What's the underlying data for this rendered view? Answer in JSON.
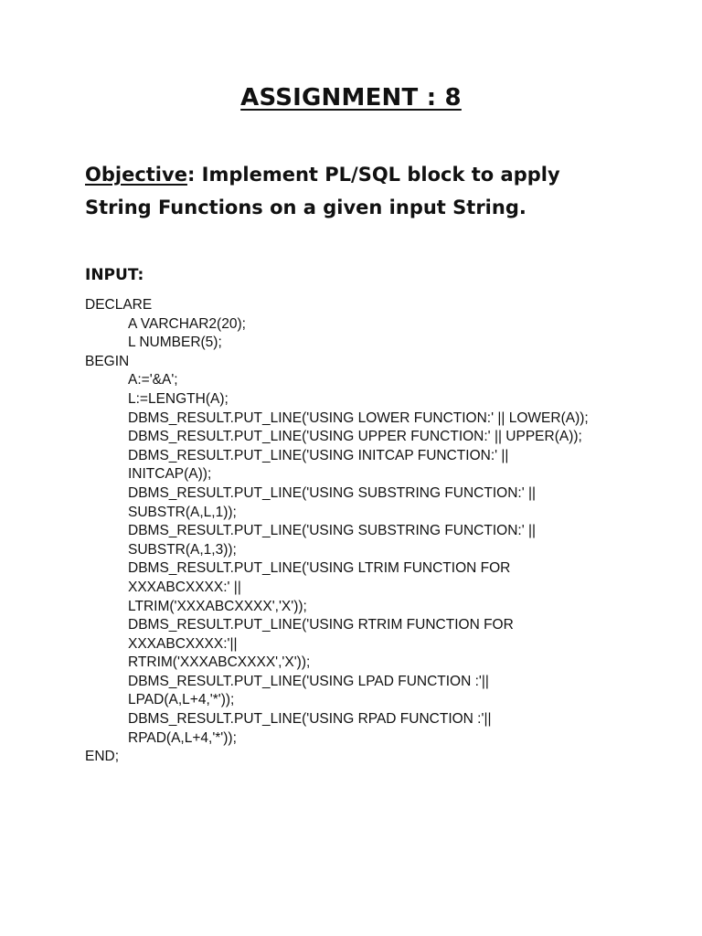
{
  "title": "ASSIGNMENT : 8",
  "objective": {
    "label": "Objective",
    "text_line1": ": Implement PL/SQL block to apply",
    "text_line2": "String Functions on a given input String."
  },
  "input_heading": "INPUT:",
  "code_lines": [
    {
      "indent": false,
      "text": "DECLARE"
    },
    {
      "indent": true,
      "text": "A VARCHAR2(20);"
    },
    {
      "indent": true,
      "text": "L NUMBER(5);"
    },
    {
      "indent": false,
      "text": "BEGIN"
    },
    {
      "indent": true,
      "text": "A:='&A';"
    },
    {
      "indent": true,
      "text": "L:=LENGTH(A);"
    },
    {
      "indent": true,
      "text": "DBMS_RESULT.PUT_LINE('USING LOWER FUNCTION:' || LOWER(A));"
    },
    {
      "indent": true,
      "text": "DBMS_RESULT.PUT_LINE('USING UPPER FUNCTION:' || UPPER(A));"
    },
    {
      "indent": true,
      "text": "DBMS_RESULT.PUT_LINE('USING INITCAP FUNCTION:' ||"
    },
    {
      "indent": true,
      "text": "INITCAP(A));"
    },
    {
      "indent": true,
      "text": "DBMS_RESULT.PUT_LINE('USING SUBSTRING FUNCTION:' ||"
    },
    {
      "indent": true,
      "text": "SUBSTR(A,L,1));"
    },
    {
      "indent": true,
      "text": "DBMS_RESULT.PUT_LINE('USING SUBSTRING FUNCTION:' ||"
    },
    {
      "indent": true,
      "text": "SUBSTR(A,1,3));"
    },
    {
      "indent": true,
      "text": "DBMS_RESULT.PUT_LINE('USING LTRIM FUNCTION FOR"
    },
    {
      "indent": true,
      "text": "XXXABCXXXX:' ||"
    },
    {
      "indent": true,
      "text": "LTRIM('XXXABCXXXX','X'));"
    },
    {
      "indent": true,
      "text": "DBMS_RESULT.PUT_LINE('USING RTRIM FUNCTION FOR"
    },
    {
      "indent": true,
      "text": "XXXABCXXXX:'||"
    },
    {
      "indent": true,
      "text": "RTRIM('XXXABCXXXX','X'));"
    },
    {
      "indent": true,
      "text": "DBMS_RESULT.PUT_LINE('USING LPAD FUNCTION :'||"
    },
    {
      "indent": true,
      "text": "LPAD(A,L+4,'*'));"
    },
    {
      "indent": true,
      "text": "DBMS_RESULT.PUT_LINE('USING RPAD FUNCTION :'||"
    },
    {
      "indent": true,
      "text": "RPAD(A,L+4,'*'));"
    },
    {
      "indent": false,
      "text": "END;"
    }
  ]
}
